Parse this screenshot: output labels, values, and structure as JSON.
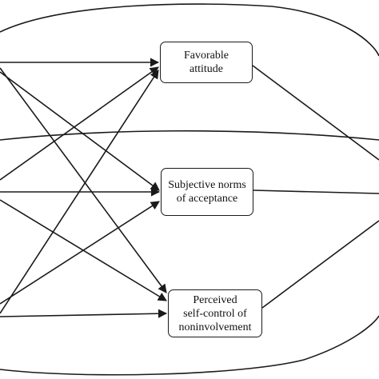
{
  "diagram": {
    "nodes": {
      "favorable_attitude": {
        "line1": "Favorable",
        "line2": "attitude"
      },
      "subjective_norms": {
        "line1": "Subjective norms",
        "line2": "of acceptance"
      },
      "perceived_control": {
        "line1": "Perceived",
        "line2": "self-control of",
        "line3": "noninvolvement"
      }
    },
    "colors": {
      "line": "#1a1a1a",
      "background": "#ffffff",
      "text": "#111111"
    }
  }
}
